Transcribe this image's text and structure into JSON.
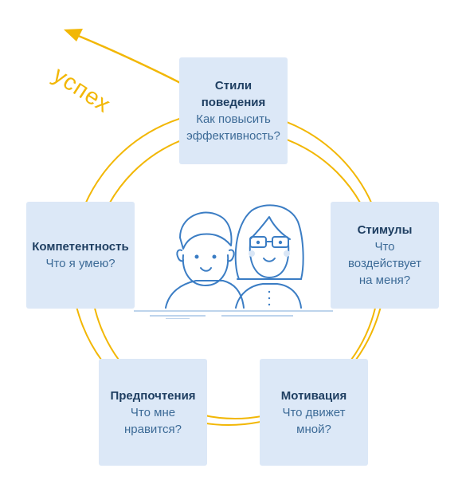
{
  "success_label": "успех",
  "colors": {
    "accent": "#f2b705",
    "card_bg": "#dce8f7",
    "line": "#3b7dc4"
  },
  "icons": [
    "success-arrow-icon",
    "man-icon",
    "woman-with-glasses-icon"
  ],
  "cards": [
    {
      "title": "Стили",
      "title2": "поведения",
      "line1": "Как повысить",
      "line2": "эффективность?"
    },
    {
      "title": "Стимулы",
      "line1": "Что",
      "line2": "воздействует",
      "line3": "на меня?"
    },
    {
      "title": "Мотивация",
      "line1": "Что движет",
      "line2": "мной?"
    },
    {
      "title": "Предпочтения",
      "line1": "Что мне",
      "line2": "нравится?"
    },
    {
      "title": "Компетентность",
      "line1": "Что я умею?"
    }
  ]
}
